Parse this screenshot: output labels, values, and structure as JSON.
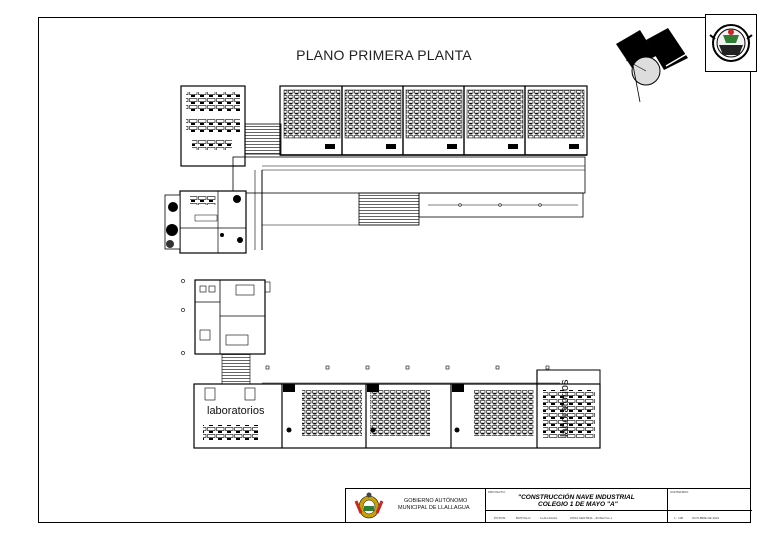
{
  "drawing": {
    "title": "PLANO PRIMERA PLANTA",
    "lab_left": "laboratorios",
    "lab_right": "laboratorios"
  },
  "title_block": {
    "institution_line1": "GOBIERNO AUTÓNOMO",
    "institution_line2": "MUNICIPAL DE LLALLAGUA",
    "proyecto_label": "PROYECTO:",
    "project_name_line1": "\"CONSTRUCCIÓN NAVE INDUSTRIAL",
    "project_name_line2": "COLEGIO 1 DE MAYO \"A\"",
    "contenido_label": "CONTENIDO:",
    "departamento": "POTOSI",
    "provincia": "BUSTILLO",
    "municipio": "LLALLAGUA",
    "distrito": "ZONA CENTRAL - ZONA Nro 1",
    "escala": "1 : 100",
    "fecha": "OCTUBRE DE 2021"
  }
}
